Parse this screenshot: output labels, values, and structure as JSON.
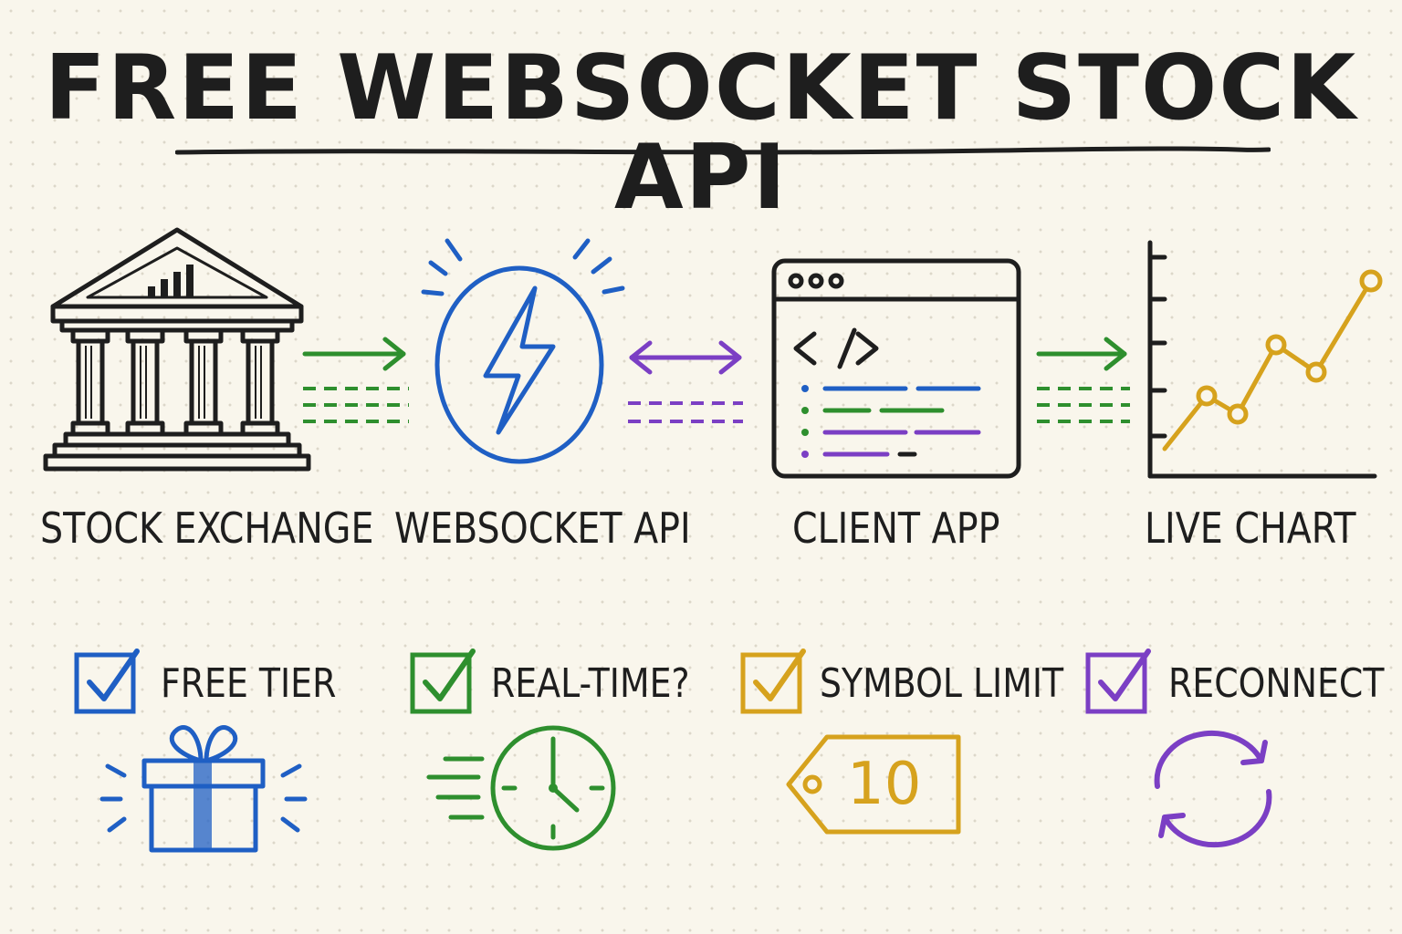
{
  "title": "FREE WEBSOCKET STOCK API",
  "stages": [
    {
      "label": "STOCK EXCHANGE",
      "icon": "bank-building-icon"
    },
    {
      "label": "WEBSOCKET API",
      "icon": "lightning-bolt-icon"
    },
    {
      "label": "CLIENT APP",
      "icon": "code-window-icon"
    },
    {
      "label": "LIVE CHART",
      "icon": "line-chart-icon"
    }
  ],
  "features": [
    {
      "label": "FREE TIER",
      "icon": "gift-box-icon",
      "color": "#1f5fc4"
    },
    {
      "label": "REAL-TIME?",
      "icon": "clock-icon",
      "color": "#2e8f2e"
    },
    {
      "label": "SYMBOL LIMIT",
      "icon": "price-tag-icon",
      "color": "#d6a21d"
    },
    {
      "label": "RECONNECT",
      "icon": "refresh-arrows-icon",
      "color": "#7b3fc4"
    }
  ],
  "symbol_limit_value": "10",
  "colors": {
    "ink": "#1e1e1e",
    "blue": "#1f5fc4",
    "green": "#2e8f2e",
    "gold": "#d6a21d",
    "purple": "#7b3fc4"
  }
}
